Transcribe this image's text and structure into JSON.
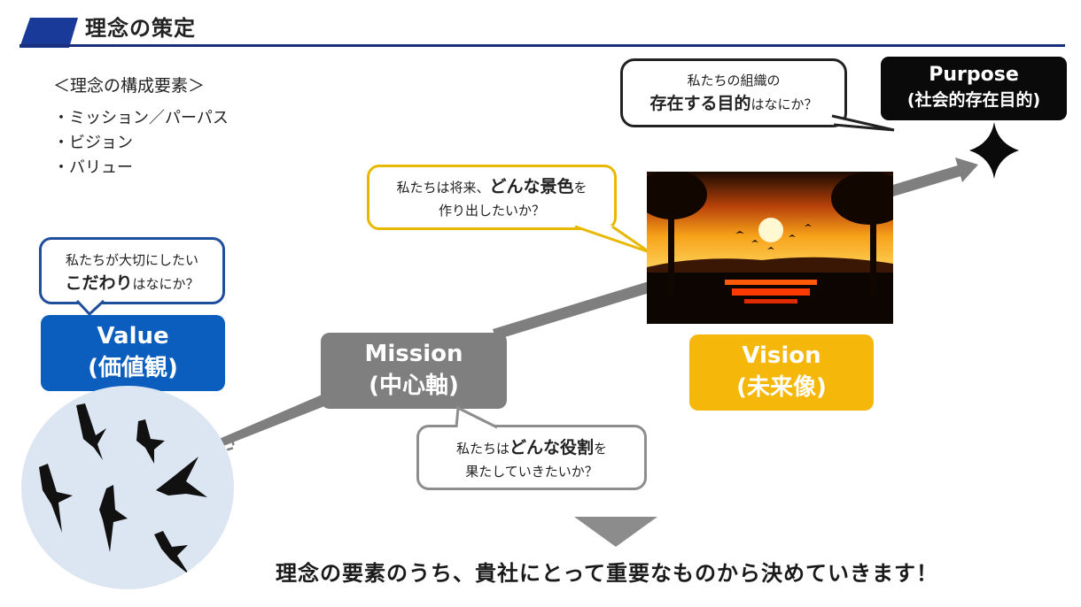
{
  "header": {
    "title": "理念の策定"
  },
  "components": {
    "title": "＜理念の構成要素＞",
    "items": [
      "・ミッション／パーパス",
      "・ビジョン",
      "・バリュー"
    ]
  },
  "value": {
    "name": "Value",
    "jp": "(価値観)",
    "question_pre": "私たちが大切にしたい",
    "question_bold": "こだわり",
    "question_post": "はなにか？"
  },
  "mission": {
    "name": "Mission",
    "jp": "(中心軸)",
    "question_pre": "私たちは",
    "question_bold": "どんな役割",
    "question_post": "を",
    "question_line2": "果たしていきたいか？"
  },
  "vision": {
    "name": "Vision",
    "jp": "(未来像)",
    "question_pre": "私たちは将来、",
    "question_bold": "どんな景色",
    "question_post": "を",
    "question_line2": "作り出したいか？"
  },
  "purpose": {
    "name": "Purpose",
    "jp": "(社会的存在目的)",
    "question_line1": "私たちの組織の",
    "question_bold": "存在する目的",
    "question_post": "はなにか？"
  },
  "conclusion": "理念の要素のうち、貴社にとって重要なものから決めていきます！",
  "colors": {
    "header_line": "#1a2f7a",
    "value_blue": "#0b5ebd",
    "mission_gray": "#7f7f7f",
    "vision_yellow": "#f5b80a",
    "purpose_black": "#0a0a0a"
  }
}
